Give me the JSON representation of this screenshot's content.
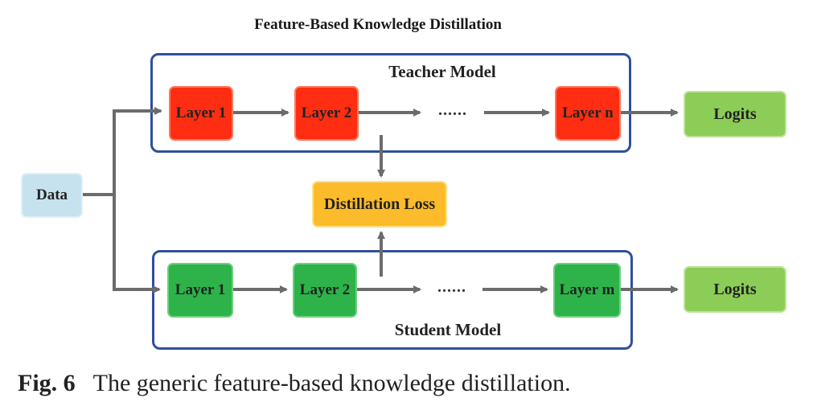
{
  "title": "Feature-Based Knowledge Distillation",
  "teacher": {
    "label": "Teacher Model",
    "layers": [
      "Layer 1",
      "Layer 2",
      "Layer n"
    ],
    "ellipsis": "......",
    "output": "Logits"
  },
  "student": {
    "label": "Student Model",
    "layers": [
      "Layer 1",
      "Layer 2",
      "Layer m"
    ],
    "ellipsis": "......",
    "output": "Logits"
  },
  "input": "Data",
  "loss": "Distillation Loss",
  "caption": {
    "fig_label": "Fig. 6",
    "text": "The generic feature-based knowledge distillation."
  },
  "colors": {
    "frame_border": "#2f4f9e",
    "teacher_layer": "#ff2d12",
    "student_layer": "#2db34a",
    "logits": "#8ccd58",
    "data": "#c6e2ef",
    "loss": "#fcbb2a",
    "arrow": "#6b6b6b"
  }
}
